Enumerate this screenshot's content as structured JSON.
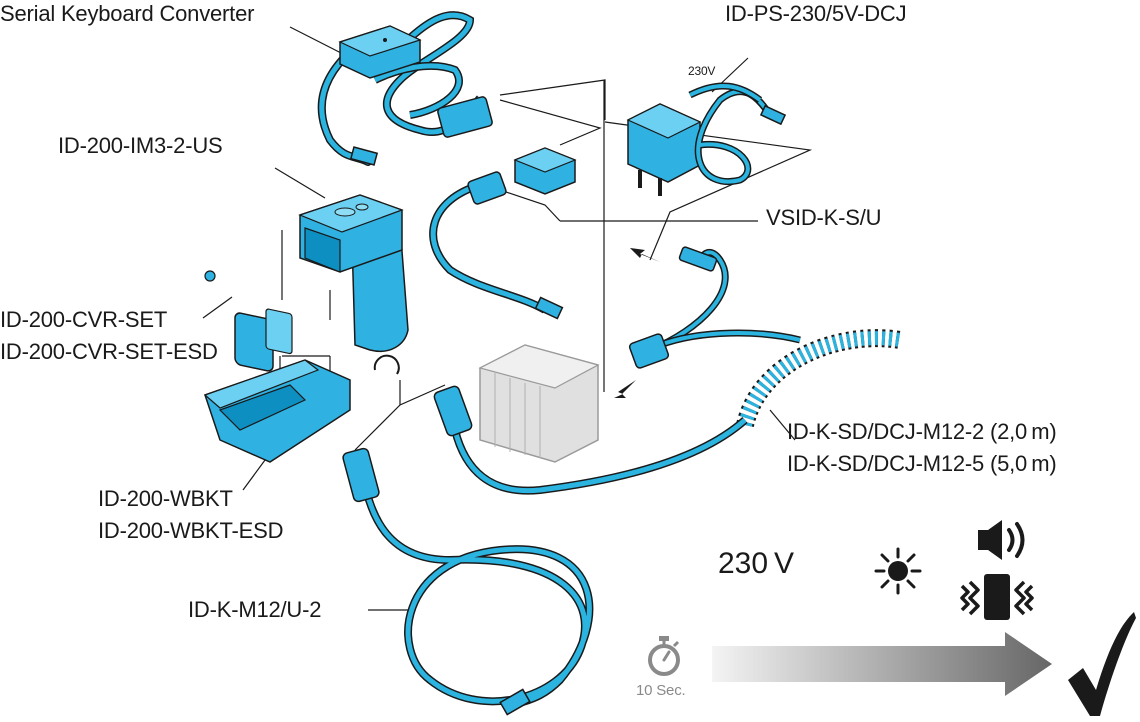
{
  "labels": {
    "serial_keyboard_converter": "Serial Keyboard Converter",
    "power_supply": "ID-PS-230/5V-DCJ",
    "voltage_tag": "230V",
    "scanner": "ID-200-IM3-2-US",
    "cable_adapter": "VSID-K-S/U",
    "cover_set": "ID-200-CVR-SET",
    "cover_set_esd": "ID-200-CVR-SET-ESD",
    "coil_cable_2m": "ID-K-SD/DCJ-M12-2 (2,0 m)",
    "coil_cable_5m": "ID-K-SD/DCJ-M12-5 (5,0 m)",
    "wall_bracket": "ID-200-WBKT",
    "wall_bracket_esd": "ID-200-WBKT-ESD",
    "usb_cable": "ID-K-M12/U-2"
  },
  "status": {
    "voltage": "230 V",
    "timer": "10 Sec."
  },
  "icons": [
    "sun-icon",
    "speaker-icon",
    "vibration-icon",
    "stopwatch-icon",
    "checkmark-icon",
    "progress-arrow"
  ],
  "colors": {
    "cable": "#2bb4e0",
    "cable_dark": "#0e8fc2",
    "device": "#2fb2e2",
    "outline": "#1a1a1a",
    "plc": "#d9d9d9",
    "arrow_start": "#f2f2f2",
    "arrow_end": "#6e6e6e"
  }
}
